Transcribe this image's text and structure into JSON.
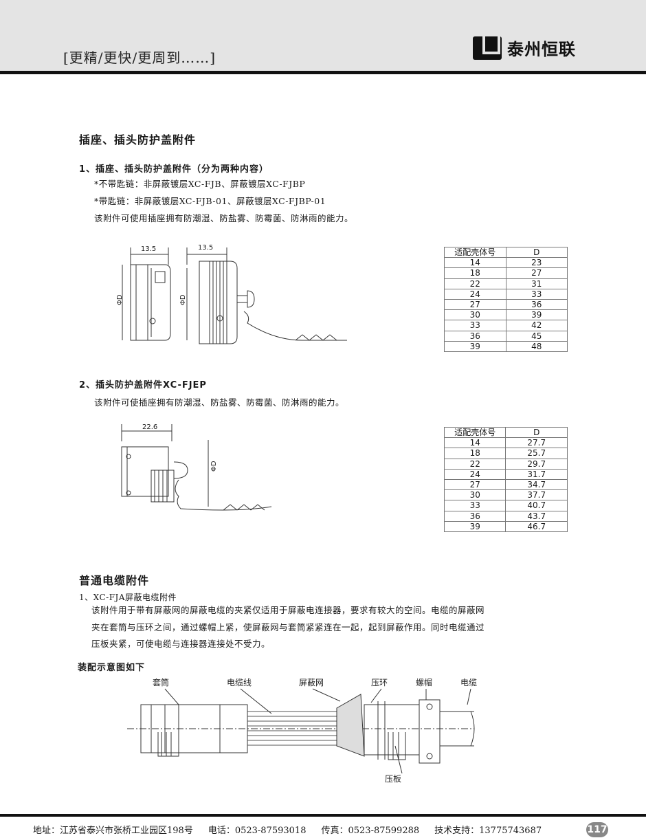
{
  "header": {
    "slogan": "[更精/更快/更周到……]",
    "logo_text": "泰州恒联"
  },
  "section1": {
    "title": "插座、插头防护盖附件",
    "sub1": {
      "title": "1、插座、插头防护盖附件（分为两种内容）",
      "lines": [
        "*不带匙链：非屏蔽镀层XC-FJB、屏蔽镀层XC-FJBP",
        "*带匙链：非屏蔽镀层XC-FJB-01、屏蔽镀层XC-FJBP-01",
        "该附件可使用插座拥有防潮湿、防盐雾、防霉菌、防淋雨的能力。"
      ],
      "dims": {
        "width_a": "13.5",
        "width_b": "13.5",
        "dia": "ΦD"
      },
      "table": {
        "headers": [
          "适配壳体号",
          "D"
        ],
        "rows": [
          [
            "14",
            "23"
          ],
          [
            "18",
            "27"
          ],
          [
            "22",
            "31"
          ],
          [
            "24",
            "33"
          ],
          [
            "27",
            "36"
          ],
          [
            "30",
            "39"
          ],
          [
            "33",
            "42"
          ],
          [
            "36",
            "45"
          ],
          [
            "39",
            "48"
          ]
        ]
      }
    },
    "sub2": {
      "title": "2、插头防护盖附件XC-FJEP",
      "lines": [
        "该附件可使插座拥有防潮湿、防盐雾、防霉菌、防淋雨的能力。"
      ],
      "dims": {
        "width": "22.6",
        "dia": "ΦD"
      },
      "table": {
        "headers": [
          "适配壳体号",
          "D"
        ],
        "rows": [
          [
            "14",
            "27.7"
          ],
          [
            "18",
            "25.7"
          ],
          [
            "22",
            "29.7"
          ],
          [
            "24",
            "31.7"
          ],
          [
            "27",
            "34.7"
          ],
          [
            "30",
            "37.7"
          ],
          [
            "33",
            "40.7"
          ],
          [
            "36",
            "43.7"
          ],
          [
            "39",
            "46.7"
          ]
        ]
      }
    }
  },
  "section2": {
    "title": "普通电缆附件",
    "sub1": {
      "title": "1、XC-FJA屏蔽电缆附件",
      "lines": [
        "该附件用于带有屏蔽网的屏蔽电缆的夹紧仅适用于屏蔽电连接器，要求有较大的空间。电缆的屏蔽网",
        "夹在套筒与压环之间，通过螺帽上紧，使屏蔽网与套筒紧紧连在一起，起到屏蔽作用。同时电缆通过",
        "压板夹紧，可使电缆与连接器连接处不受力。"
      ]
    },
    "diagram_title": "装配示意图如下",
    "labels": {
      "sleeve": "套筒",
      "wire": "电缆线",
      "shield": "屏蔽网",
      "ring": "压环",
      "nut": "螺帽",
      "cable": "电缆",
      "plate": "压板"
    }
  },
  "footer": {
    "address": "地址：江苏省泰兴市张桥工业园区198号",
    "phone": "电话：0523-87593018",
    "fax": "传真：0523-87599288",
    "support": "技术支持：13775743687",
    "page": "117"
  }
}
